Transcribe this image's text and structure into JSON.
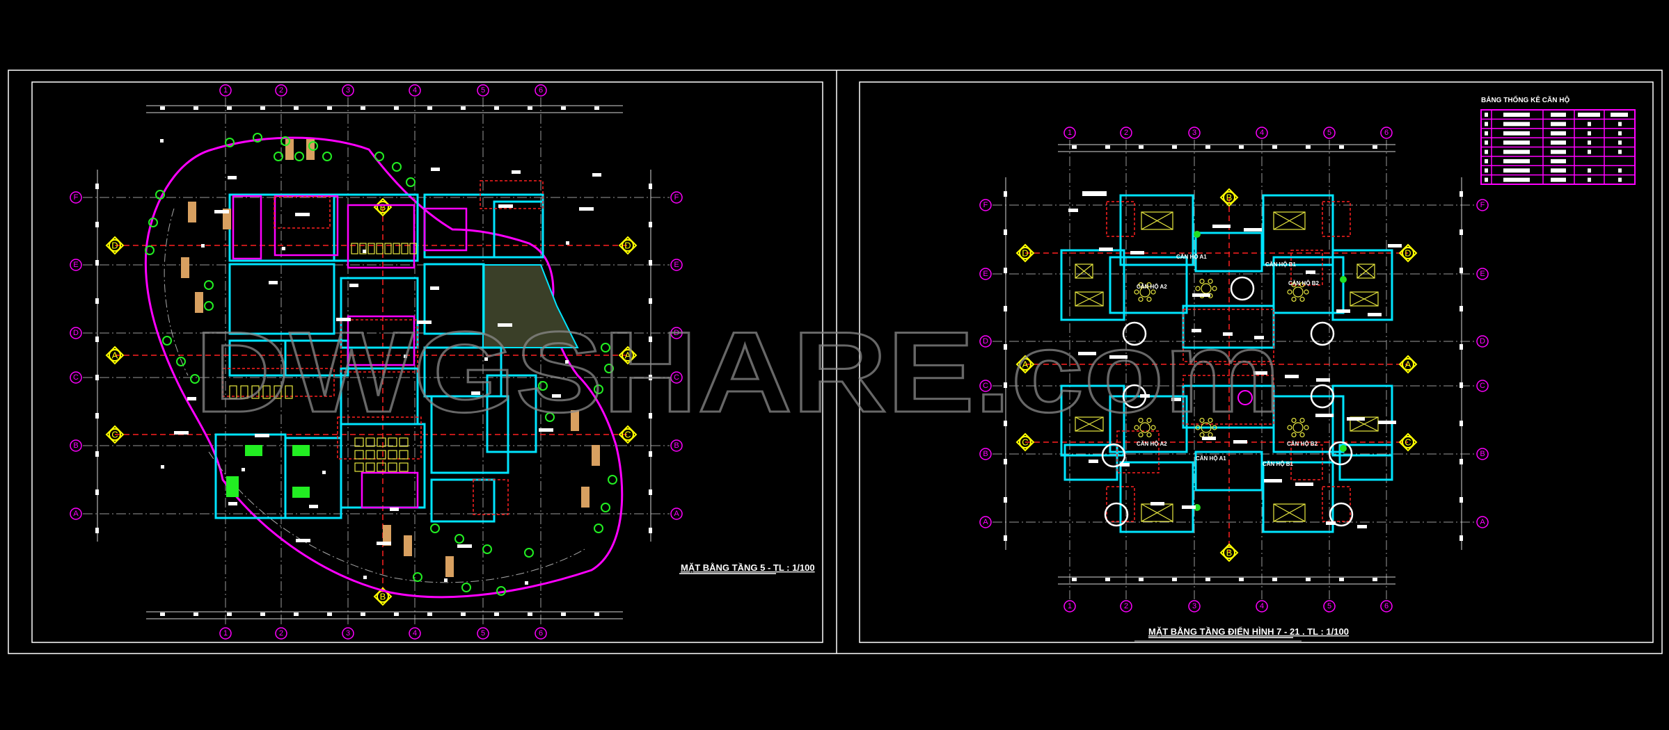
{
  "watermark": "DWGSHARE.com",
  "left_sheet": {
    "title": "MẶT BẰNG TẦNG 5 - TL : 1/100",
    "grid_columns": [
      "1",
      "2",
      "3",
      "4",
      "5",
      "6"
    ],
    "grid_rows": [
      "F",
      "E",
      "D",
      "C",
      "B",
      "A"
    ],
    "axes": [
      "D",
      "A",
      "C"
    ],
    "axis_vertical": "B"
  },
  "right_sheet": {
    "title": "MẶT BẰNG TẦNG ĐIỂN HÌNH 7 - 21 . TL : 1/100",
    "grid_columns": [
      "1",
      "2",
      "3",
      "4",
      "5",
      "6"
    ],
    "grid_rows": [
      "F",
      "E",
      "D",
      "C",
      "B",
      "A"
    ],
    "axes": [
      "D",
      "A",
      "C"
    ],
    "axis_vertical": "B",
    "apartment_labels": [
      "CĂN HỘ A1",
      "CĂN HỘ B1",
      "CĂN HỘ A2",
      "CĂN HỘ B2",
      "CĂN HỘ A2",
      "CĂN HỘ B2",
      "CĂN HỘ A1",
      "CĂN HỘ B1"
    ],
    "table": {
      "title": "BẢNG THỐNG KÊ CĂN HỘ",
      "rows": 8
    }
  },
  "colors": {
    "background": "#000000",
    "grid_bubble": "#ff00ff",
    "axis_bubble": "#ffff00",
    "walls": "#00e5ff",
    "axis_line": "#ff2020",
    "trees": "#22dd22"
  }
}
